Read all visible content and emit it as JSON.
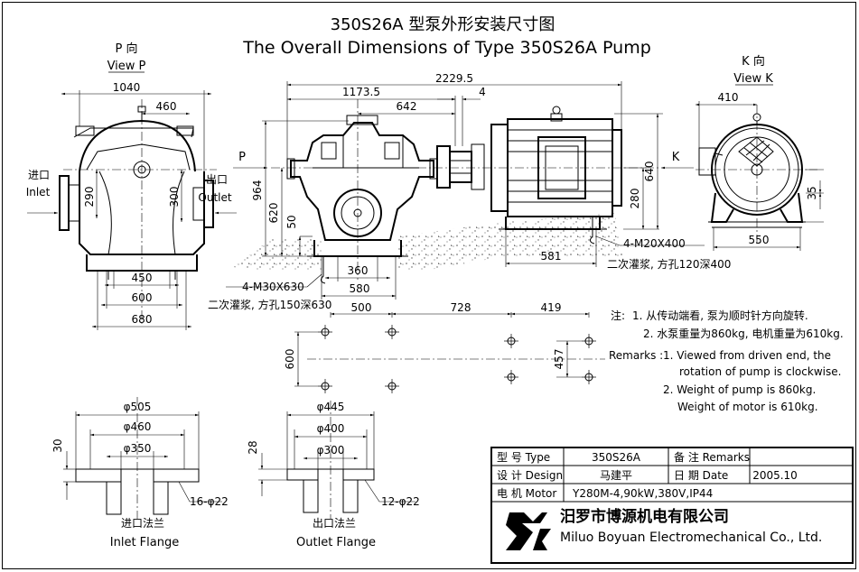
{
  "title": {
    "cn": "350S26A 型泵外形安装尺寸图",
    "en": "The Overall Dimensions of Type 350S26A Pump"
  },
  "views": {
    "p_cn": "P 向",
    "p_en": "View P",
    "k_cn": "K 向",
    "k_en": "View K",
    "p_arrow": "P",
    "k_arrow": "K"
  },
  "side_view": {
    "inlet_cn": "进口",
    "inlet_en": "Inlet",
    "outlet_cn": "出口",
    "outlet_en": "Outlet",
    "d1040": "1040",
    "d460": "460",
    "d290": "290",
    "d300": "300",
    "d450": "450",
    "d600": "600",
    "d680": "680"
  },
  "front_view": {
    "d2229": "2229.5",
    "d1173": "1173.5",
    "d642": "642",
    "d4": "4",
    "d964": "964",
    "d620": "620",
    "d50": "50",
    "d280": "280",
    "d640": "640",
    "d360": "360",
    "d580": "580",
    "d581": "581",
    "bolt_pump": "4-M30X630",
    "grout_pump": "二次灌浆, 方孔150深630",
    "bolt_motor": "4-M20X400",
    "grout_motor": "二次灌浆, 方孔120深400"
  },
  "k_view": {
    "d410": "410",
    "d550": "550",
    "d35": "35"
  },
  "plan": {
    "d500": "500",
    "d728": "728",
    "d419": "419",
    "d600": "600",
    "d457": "457"
  },
  "notes": {
    "cn_label": "注:",
    "cn1": "1. 从传动端看, 泵为顺时针方向旋转.",
    "cn2": "2. 水泵重量为860kg, 电机重量为610kg.",
    "en_label": "Remarks :",
    "en1a": "1. Viewed from driven end, the",
    "en1b": "rotation of pump is  clockwise.",
    "en2a": "2. Weight of pump is 860kg.",
    "en2b": "Weight of motor is 610kg."
  },
  "inlet_flange": {
    "d505": "φ505",
    "d460": "φ460",
    "d350": "φ350",
    "d30": "30",
    "holes": "16-φ22",
    "cn": "进口法兰",
    "en": "Inlet Flange"
  },
  "outlet_flange": {
    "d445": "φ445",
    "d400": "φ400",
    "d300": "φ300",
    "d28": "28",
    "holes": "12-φ22",
    "cn": "出口法兰",
    "en": "Outlet Flange"
  },
  "title_block": {
    "type_label": "型  号 Type",
    "type_value": "350S26A",
    "remarks_label": "备  注 Remarks",
    "design_label": "设  计 Design",
    "designer": "马建平",
    "date_label": "日  期 Date",
    "date_value": "2005.10",
    "motor_label": "电  机 Motor",
    "motor_value": "Y280M-4,90kW,380V,IP44",
    "company_cn": "汨罗市博源机电有限公司",
    "company_en": "Miluo Boyuan Electromechanical Co., Ltd."
  },
  "colors": {
    "line": "#000000",
    "logo": "#000000",
    "paper": "#ffffff"
  }
}
